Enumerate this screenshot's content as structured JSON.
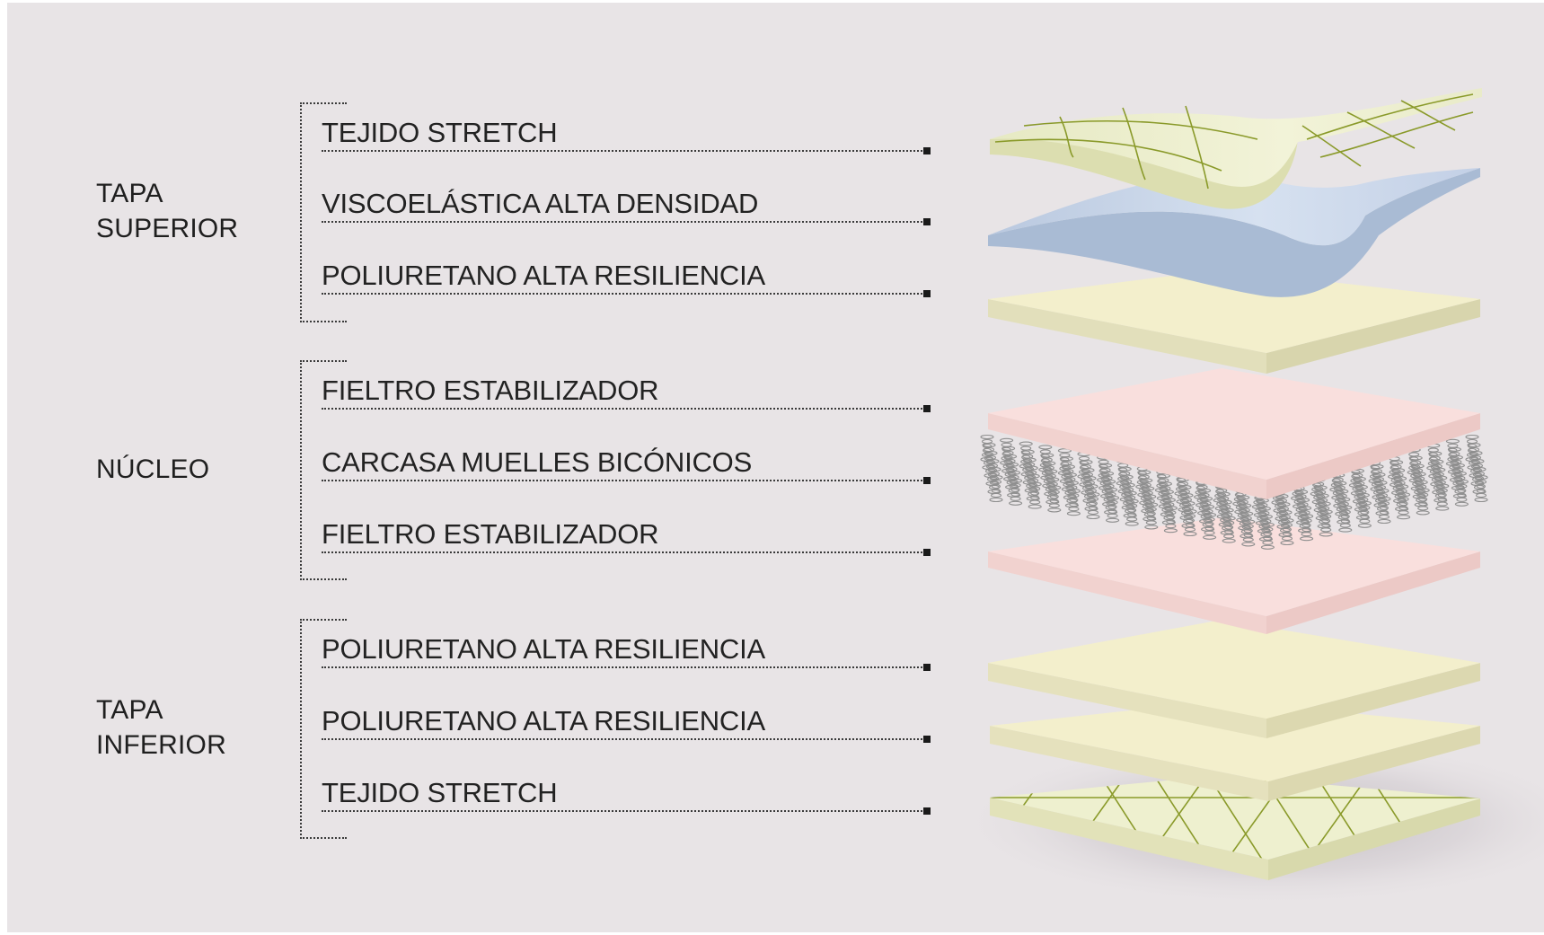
{
  "groups": [
    {
      "title": "TAPA\nSUPERIOR",
      "layers": [
        "TEJIDO STRETCH",
        "VISCOELÁSTICA ALTA DENSIDAD",
        "POLIURETANO ALTA RESILIENCIA"
      ]
    },
    {
      "title": "NÚCLEO",
      "layers": [
        "FIELTRO ESTABILIZADOR",
        "CARCASA MUELLES BICÓNICOS",
        "FIELTRO ESTABILIZADOR"
      ]
    },
    {
      "title": "TAPA\nINFERIOR",
      "layers": [
        "POLIURETANO ALTA RESILIENCIA",
        "POLIURETANO ALTA RESILIENCIA",
        "TEJIDO STRETCH"
      ]
    }
  ],
  "colors": {
    "background": "#e8e4e6",
    "fabric": "#eef0cf",
    "fabric_grid": "#8a9a2a",
    "visco": "#c9d6ea",
    "foam": "#f3efcc",
    "felt": "#f9dfdd",
    "springs": "#9a9a9a"
  }
}
